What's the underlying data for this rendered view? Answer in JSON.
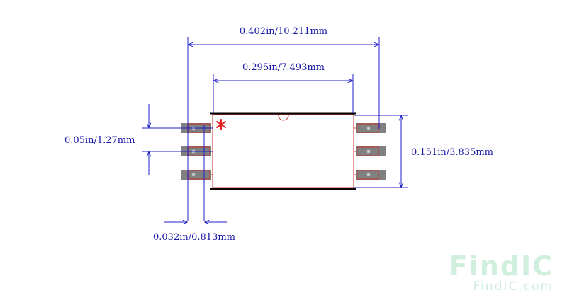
{
  "dimensions": {
    "overall_width": "0.402in/10.211mm",
    "body_width": "0.295in/7.493mm",
    "pitch": "0.05in/1.27mm",
    "body_height": "0.151in/3.835mm",
    "pad_width": "0.032in/0.813mm"
  },
  "watermark": {
    "logo_text": "FindIC",
    "url_text": "FindIC.com"
  },
  "colors": {
    "dimension": "#2020c8",
    "outline": "#c83232",
    "pad_fill": "#808080",
    "body_edge": "#000000",
    "pin1_marker": "#e02020",
    "watermark_green": "#c8ecd8",
    "watermark_orange": "#f8d8b8"
  }
}
